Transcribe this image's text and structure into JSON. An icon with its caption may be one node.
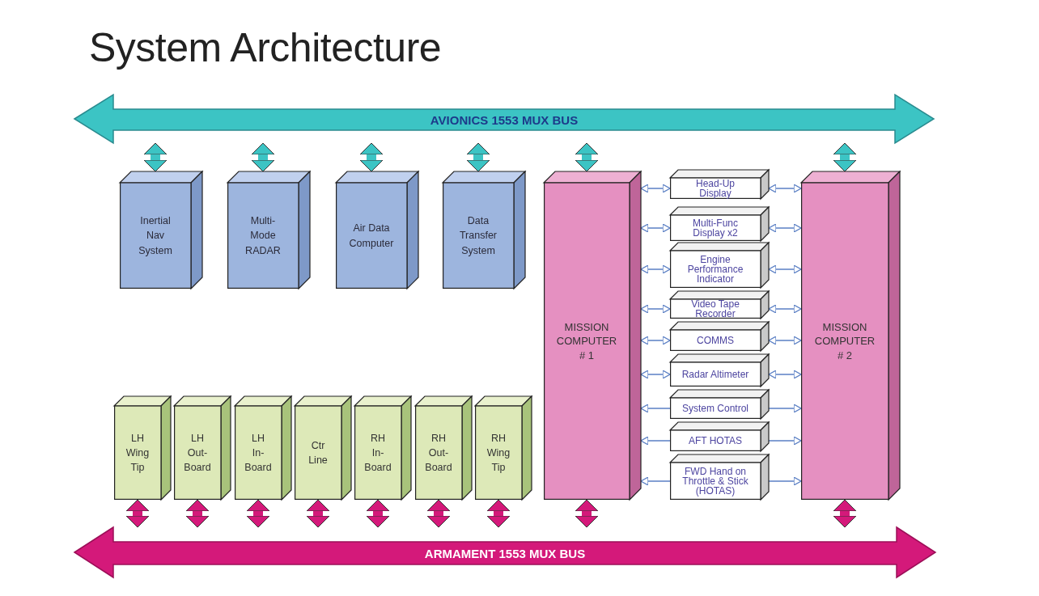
{
  "diagram": {
    "title": "System Architecture",
    "nodes": [
      {
        "text": [
          "AVIONICS 1553 MUX BUS"
        ]
      },
      {
        "text": [
          "ARMAMENT 1553 MUX BUS"
        ]
      },
      {
        "text": [
          "Inertial Nav System"
        ]
      },
      {
        "text": [
          "Multi-Mode RADAR"
        ]
      },
      {
        "text": [
          "Air Data Computer"
        ]
      },
      {
        "text": [
          "Data Transfer System"
        ]
      },
      {
        "text": [
          "MISSION COMPUTER # 1"
        ]
      },
      {
        "text": [
          "MISSION COMPUTER # 2"
        ]
      },
      {
        "text": [
          "Head-Up Display"
        ]
      },
      {
        "text": [
          "Multi-Func Display x2"
        ]
      },
      {
        "text": [
          "Engine Performance Indicator"
        ]
      },
      {
        "text": [
          "Video Tape Recorder"
        ]
      },
      {
        "text": [
          "COMMS"
        ]
      },
      {
        "text": [
          "Radar Altimeter"
        ]
      },
      {
        "text": [
          "System Control"
        ]
      },
      {
        "text": [
          "AFT HOTAS"
        ]
      },
      {
        "text": [
          "FWD Hand on Throttle & Stick (HOTAS)"
        ]
      },
      {
        "text": [
          "LH Wing Tip"
        ]
      },
      {
        "text": [
          "LH Out-Board"
        ]
      },
      {
        "text": [
          "LH In-Board"
        ]
      },
      {
        "text": [
          "Ctr Line"
        ]
      },
      {
        "text": [
          "RH In-Board"
        ]
      },
      {
        "text": [
          "RH Out-Board"
        ]
      },
      {
        "text": [
          "RH Wing Tip"
        ]
      }
    ],
    "edges": [
      {
        "from": 0,
        "to": 2,
        "arrow": "both",
        "style": "thick",
        "color": "#3cc4c4"
      },
      {
        "from": 0,
        "to": 3,
        "arrow": "both",
        "style": "thick",
        "color": "#3cc4c4"
      },
      {
        "from": 0,
        "to": 4,
        "arrow": "both",
        "style": "thick",
        "color": "#3cc4c4"
      },
      {
        "from": 0,
        "to": 5,
        "arrow": "both",
        "style": "thick",
        "color": "#3cc4c4"
      },
      {
        "from": 0,
        "to": 6,
        "arrow": "both",
        "style": "thick",
        "color": "#3cc4c4"
      },
      {
        "from": 0,
        "to": 7,
        "arrow": "both",
        "style": "thick",
        "color": "#3cc4c4"
      },
      {
        "from": 6,
        "to": 8,
        "arrow": "both"
      },
      {
        "from": 8,
        "to": 7,
        "arrow": "both"
      },
      {
        "from": 6,
        "to": 9,
        "arrow": "both"
      },
      {
        "from": 9,
        "to": 7,
        "arrow": "both"
      },
      {
        "from": 6,
        "to": 10,
        "arrow": "both"
      },
      {
        "from": 10,
        "to": 7,
        "arrow": "both"
      },
      {
        "from": 6,
        "to": 11,
        "arrow": "both"
      },
      {
        "from": 11,
        "to": 7,
        "arrow": "both"
      },
      {
        "from": 6,
        "to": 12,
        "arrow": "both"
      },
      {
        "from": 12,
        "to": 7,
        "arrow": "both"
      },
      {
        "from": 6,
        "to": 13,
        "arrow": "both"
      },
      {
        "from": 13,
        "to": 7,
        "arrow": "both"
      },
      {
        "from": 14,
        "to": 6,
        "arrow": "to"
      },
      {
        "from": 14,
        "to": 7,
        "arrow": "to"
      },
      {
        "from": 15,
        "to": 6,
        "arrow": "to"
      },
      {
        "from": 15,
        "to": 7,
        "arrow": "to"
      },
      {
        "from": 16,
        "to": 6,
        "arrow": "to"
      },
      {
        "from": 16,
        "to": 7,
        "arrow": "to"
      },
      {
        "from": 17,
        "to": 1,
        "arrow": "both",
        "style": "thick",
        "color": "#d4197a"
      },
      {
        "from": 18,
        "to": 1,
        "arrow": "both",
        "style": "thick",
        "color": "#d4197a"
      },
      {
        "from": 19,
        "to": 1,
        "arrow": "both",
        "style": "thick",
        "color": "#d4197a"
      },
      {
        "from": 20,
        "to": 1,
        "arrow": "both",
        "style": "thick",
        "color": "#d4197a"
      },
      {
        "from": 21,
        "to": 1,
        "arrow": "both",
        "style": "thick",
        "color": "#d4197a"
      },
      {
        "from": 22,
        "to": 1,
        "arrow": "both",
        "style": "thick",
        "color": "#d4197a"
      },
      {
        "from": 23,
        "to": 1,
        "arrow": "both",
        "style": "thick",
        "color": "#d4197a"
      },
      {
        "from": 6,
        "to": 1,
        "arrow": "both",
        "style": "thick",
        "color": "#d4197a"
      },
      {
        "from": 7,
        "to": 1,
        "arrow": "both",
        "style": "thick",
        "color": "#d4197a"
      }
    ]
  }
}
